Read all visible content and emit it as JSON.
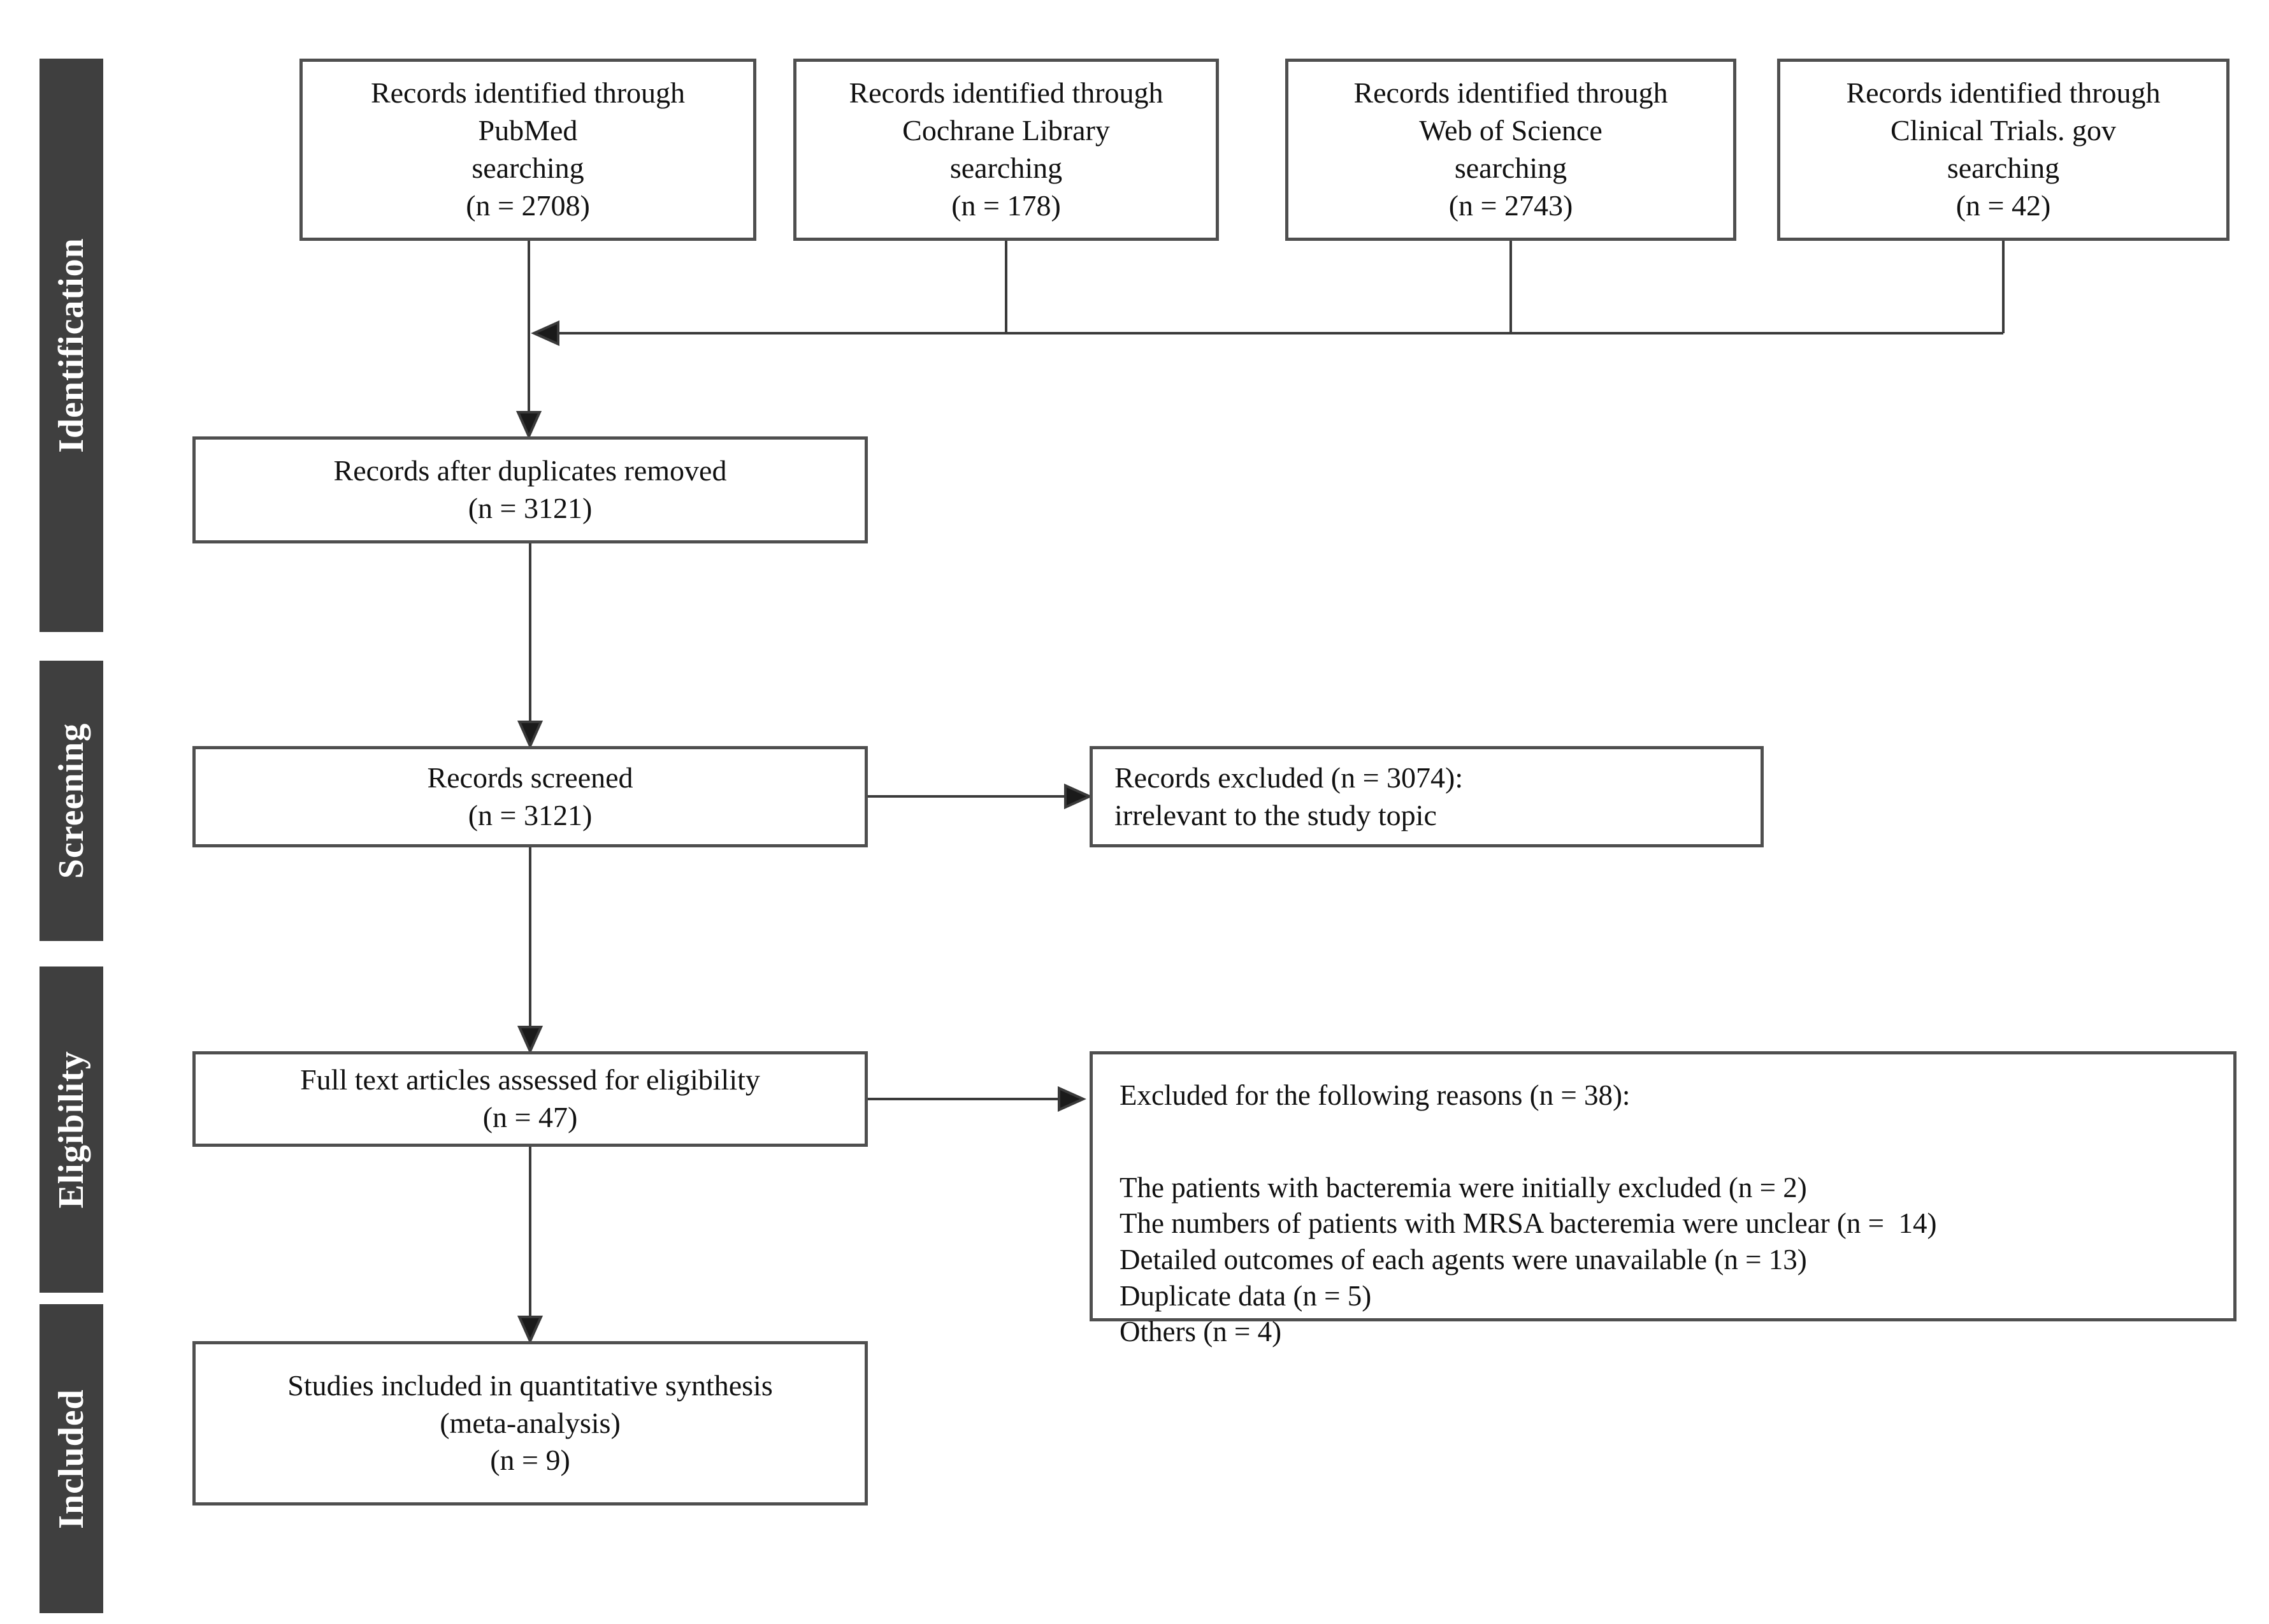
{
  "stages": {
    "identification": "Identification",
    "screening": "Screening",
    "eligibility": "Eligibility",
    "included": "Included"
  },
  "boxes": {
    "pubmed": {
      "text": "Records identified through\nPubMed\nsearching\n(n = 2708)"
    },
    "cochrane": {
      "text": "Records identified through\nCochrane Library\nsearching\n(n = 178)"
    },
    "web_of_science": {
      "text": "Records identified through\nWeb of Science\nsearching\n(n = 2743)"
    },
    "clinical_trials": {
      "text": "Records identified through\nClinical Trials. gov\nsearching\n(n = 42)"
    },
    "duplicates_removed": {
      "text": "Records after duplicates removed\n(n = 3121)"
    },
    "records_screened": {
      "text": "Records screened\n(n = 3121)"
    },
    "records_excluded": {
      "text": "Records excluded (n = 3074):\nirrelevant to the study topic"
    },
    "full_text_assessed": {
      "text": "Full text articles assessed for eligibility\n(n = 47)"
    },
    "excluded_reasons": {
      "header": "Excluded for the following reasons (n = 38):",
      "reasons": "The patients with bacteremia were initially excluded (n = 2)\nThe numbers of patients with MRSA bacteremia were unclear (n =  14)\nDetailed outcomes of each agents were unavailable (n = 13)\nDuplicate data (n = 5)\nOthers (n = 4)"
    },
    "included_studies": {
      "text": "Studies included in quantitative synthesis\n(meta-analysis)\n(n = 9)"
    }
  },
  "colors": {
    "stage_bar": "#3f3f3f",
    "stage_text": "#ffffff",
    "box_border": "#4f4f4f",
    "connector": "#3a3a3a",
    "text": "#111111",
    "background": "#ffffff"
  }
}
